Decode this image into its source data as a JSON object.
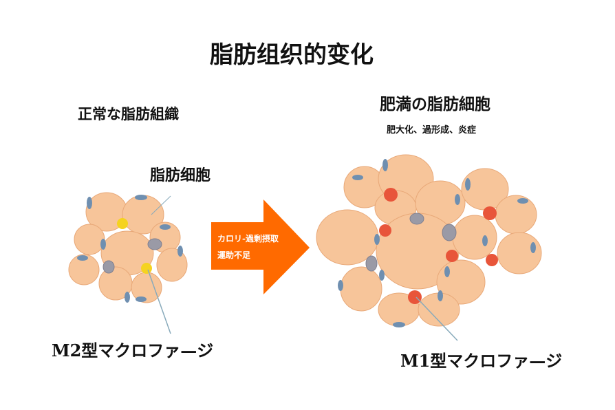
{
  "title": "脂肪组织的变化",
  "left": {
    "heading": "正常な脂肪組織",
    "cell_label": "脂肪细胞",
    "macrophage_label": "M2型マクロファ—ジ"
  },
  "arrow": {
    "line1": "カロリ-過剰摂取",
    "line2": "運助不足",
    "color": "#ff6a00"
  },
  "right": {
    "heading": "肥満の脂肪細胞",
    "subheading": "肥大化、過形成、炎症",
    "macrophage_label": "M1型マクロファ—ジ"
  }
}
